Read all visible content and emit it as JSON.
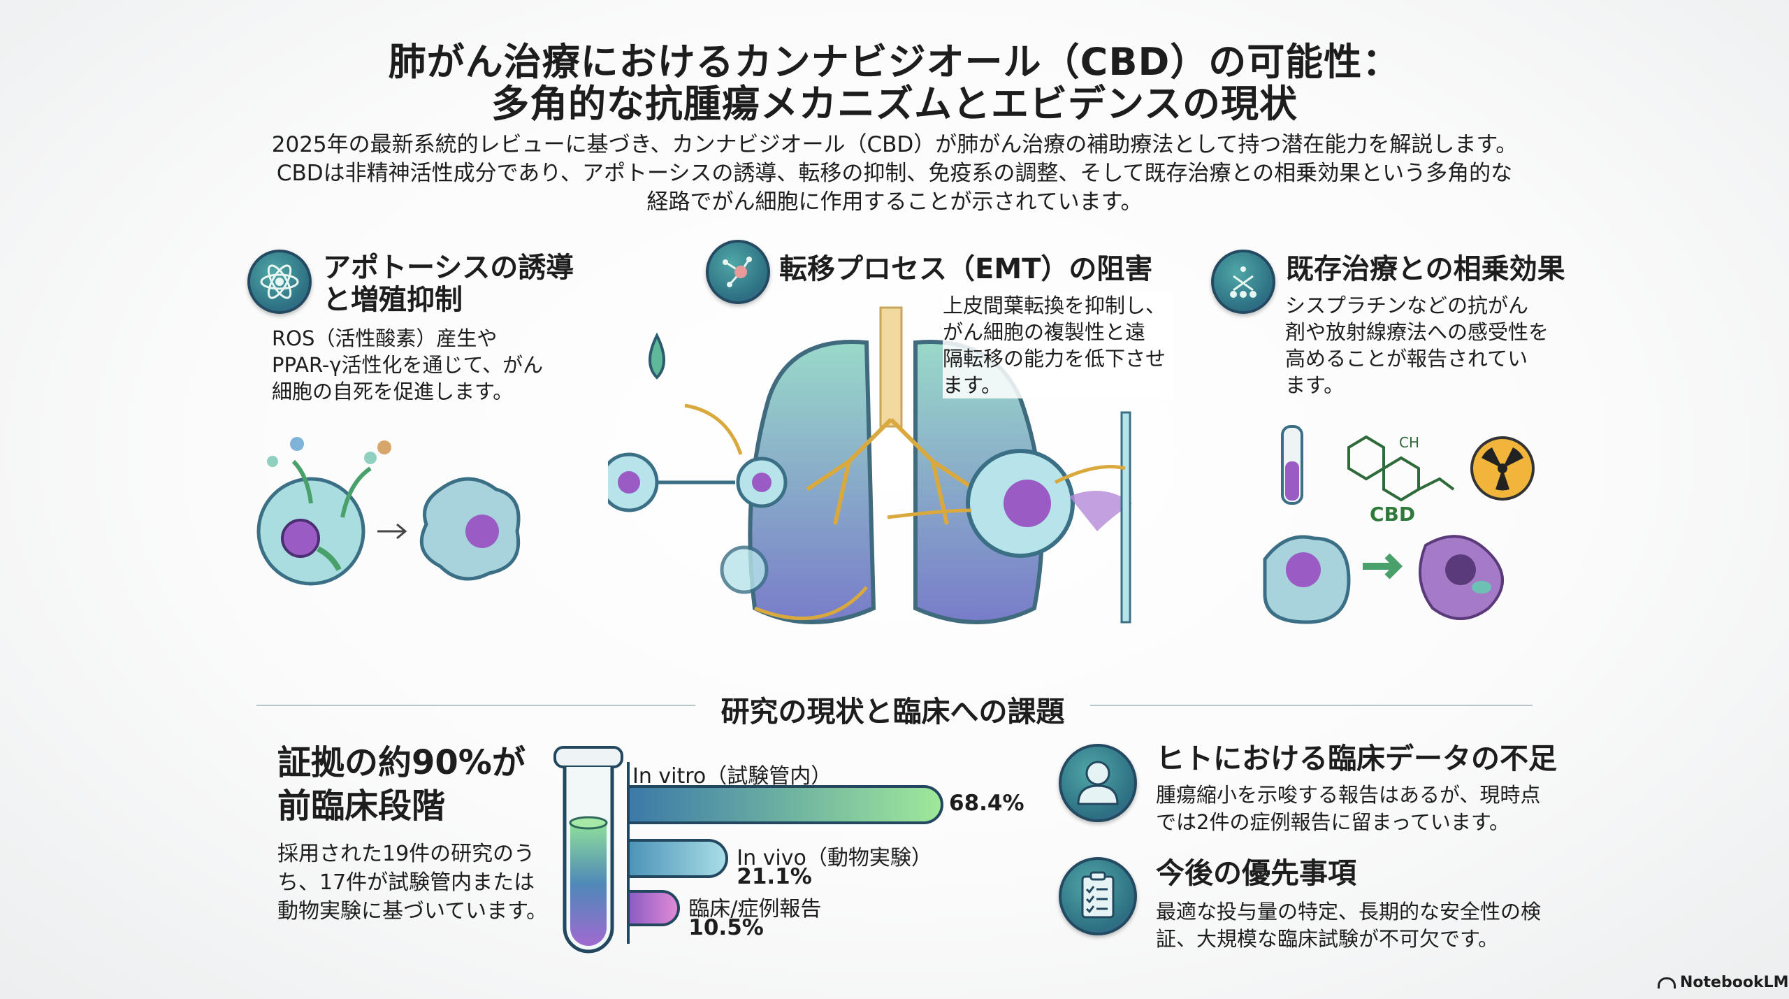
{
  "title": {
    "line1": "肺がん治療におけるカンナビジオール（CBD）の可能性：",
    "line2": "多角的な抗腫瘍メカニズムとエビデンスの現状"
  },
  "intro": {
    "line1": "2025年の最新系統的レビューに基づき、カンナビジオール（CBD）が肺がん治療の補助療法として持つ潜在能力を解説します。",
    "line2": "CBDは非精神活性成分であり、アポトーシスの誘導、転移の抑制、免疫系の調整、そして既存治療との相乗効果という多角的な",
    "line3": "経路でがん細胞に作用することが示されています。"
  },
  "mechanisms": [
    {
      "icon": "atom-icon",
      "title_lines": [
        "アポトーシスの誘導",
        "と増殖抑制"
      ],
      "body_lines": [
        "ROS（活性酸素）産生や",
        "PPAR-γ活性化を通じて、がん",
        "細胞の自死を促進します。"
      ]
    },
    {
      "icon": "network-icon",
      "title_lines": [
        "転移プロセス（EMT）の阻害"
      ],
      "body_lines": [
        "上皮間葉転換を抑制し、",
        "がん細胞の複製性と遠",
        "隔転移の能力を低下させ",
        "ます。"
      ]
    },
    {
      "icon": "synergy-icon",
      "title_lines": [
        "既存治療との相乗効果"
      ],
      "body_lines": [
        "シスプラチンなどの抗がん",
        "剤や放射線療法への感受性を",
        "高めることが報告されてい",
        "ます。"
      ]
    }
  ],
  "illustration_labels": {
    "cbd": "CBD",
    "ch": "CH"
  },
  "section2": {
    "heading": "研究の現状と臨床への課題",
    "evidence": {
      "title_lines": [
        "証拠の約90%が",
        "前臨床段階"
      ],
      "body_lines": [
        "採用された19件の研究のう",
        "ち、17件が試験管内または",
        "動物実験に基づいています。"
      ]
    },
    "challenges": [
      {
        "icon": "person-icon",
        "title": "ヒトにおける臨床データの不足",
        "body_lines": [
          "腫瘍縮小を示唆する報告はあるが、現時点",
          "では2件の症例報告に留まっています。"
        ]
      },
      {
        "icon": "clipboard-icon",
        "title": "今後の優先事項",
        "body_lines": [
          "最適な投与量の特定、長期的な安全性の検",
          "証、大規模な臨床試験が不可欠です。"
        ]
      }
    ]
  },
  "chart_data": {
    "type": "bar",
    "orientation": "horizontal",
    "categories": [
      "In vitro（試験管内）",
      "In vivo（動物実験）",
      "臨床/症例報告"
    ],
    "values": [
      68.4,
      21.1,
      10.5
    ],
    "value_labels": [
      "68.4%",
      "21.1%",
      "10.5%"
    ],
    "unit": "%",
    "colors": [
      "#5fc49a",
      "#6fb6cf",
      "#c07bd0"
    ]
  },
  "branding": {
    "name": "NotebookLM"
  }
}
